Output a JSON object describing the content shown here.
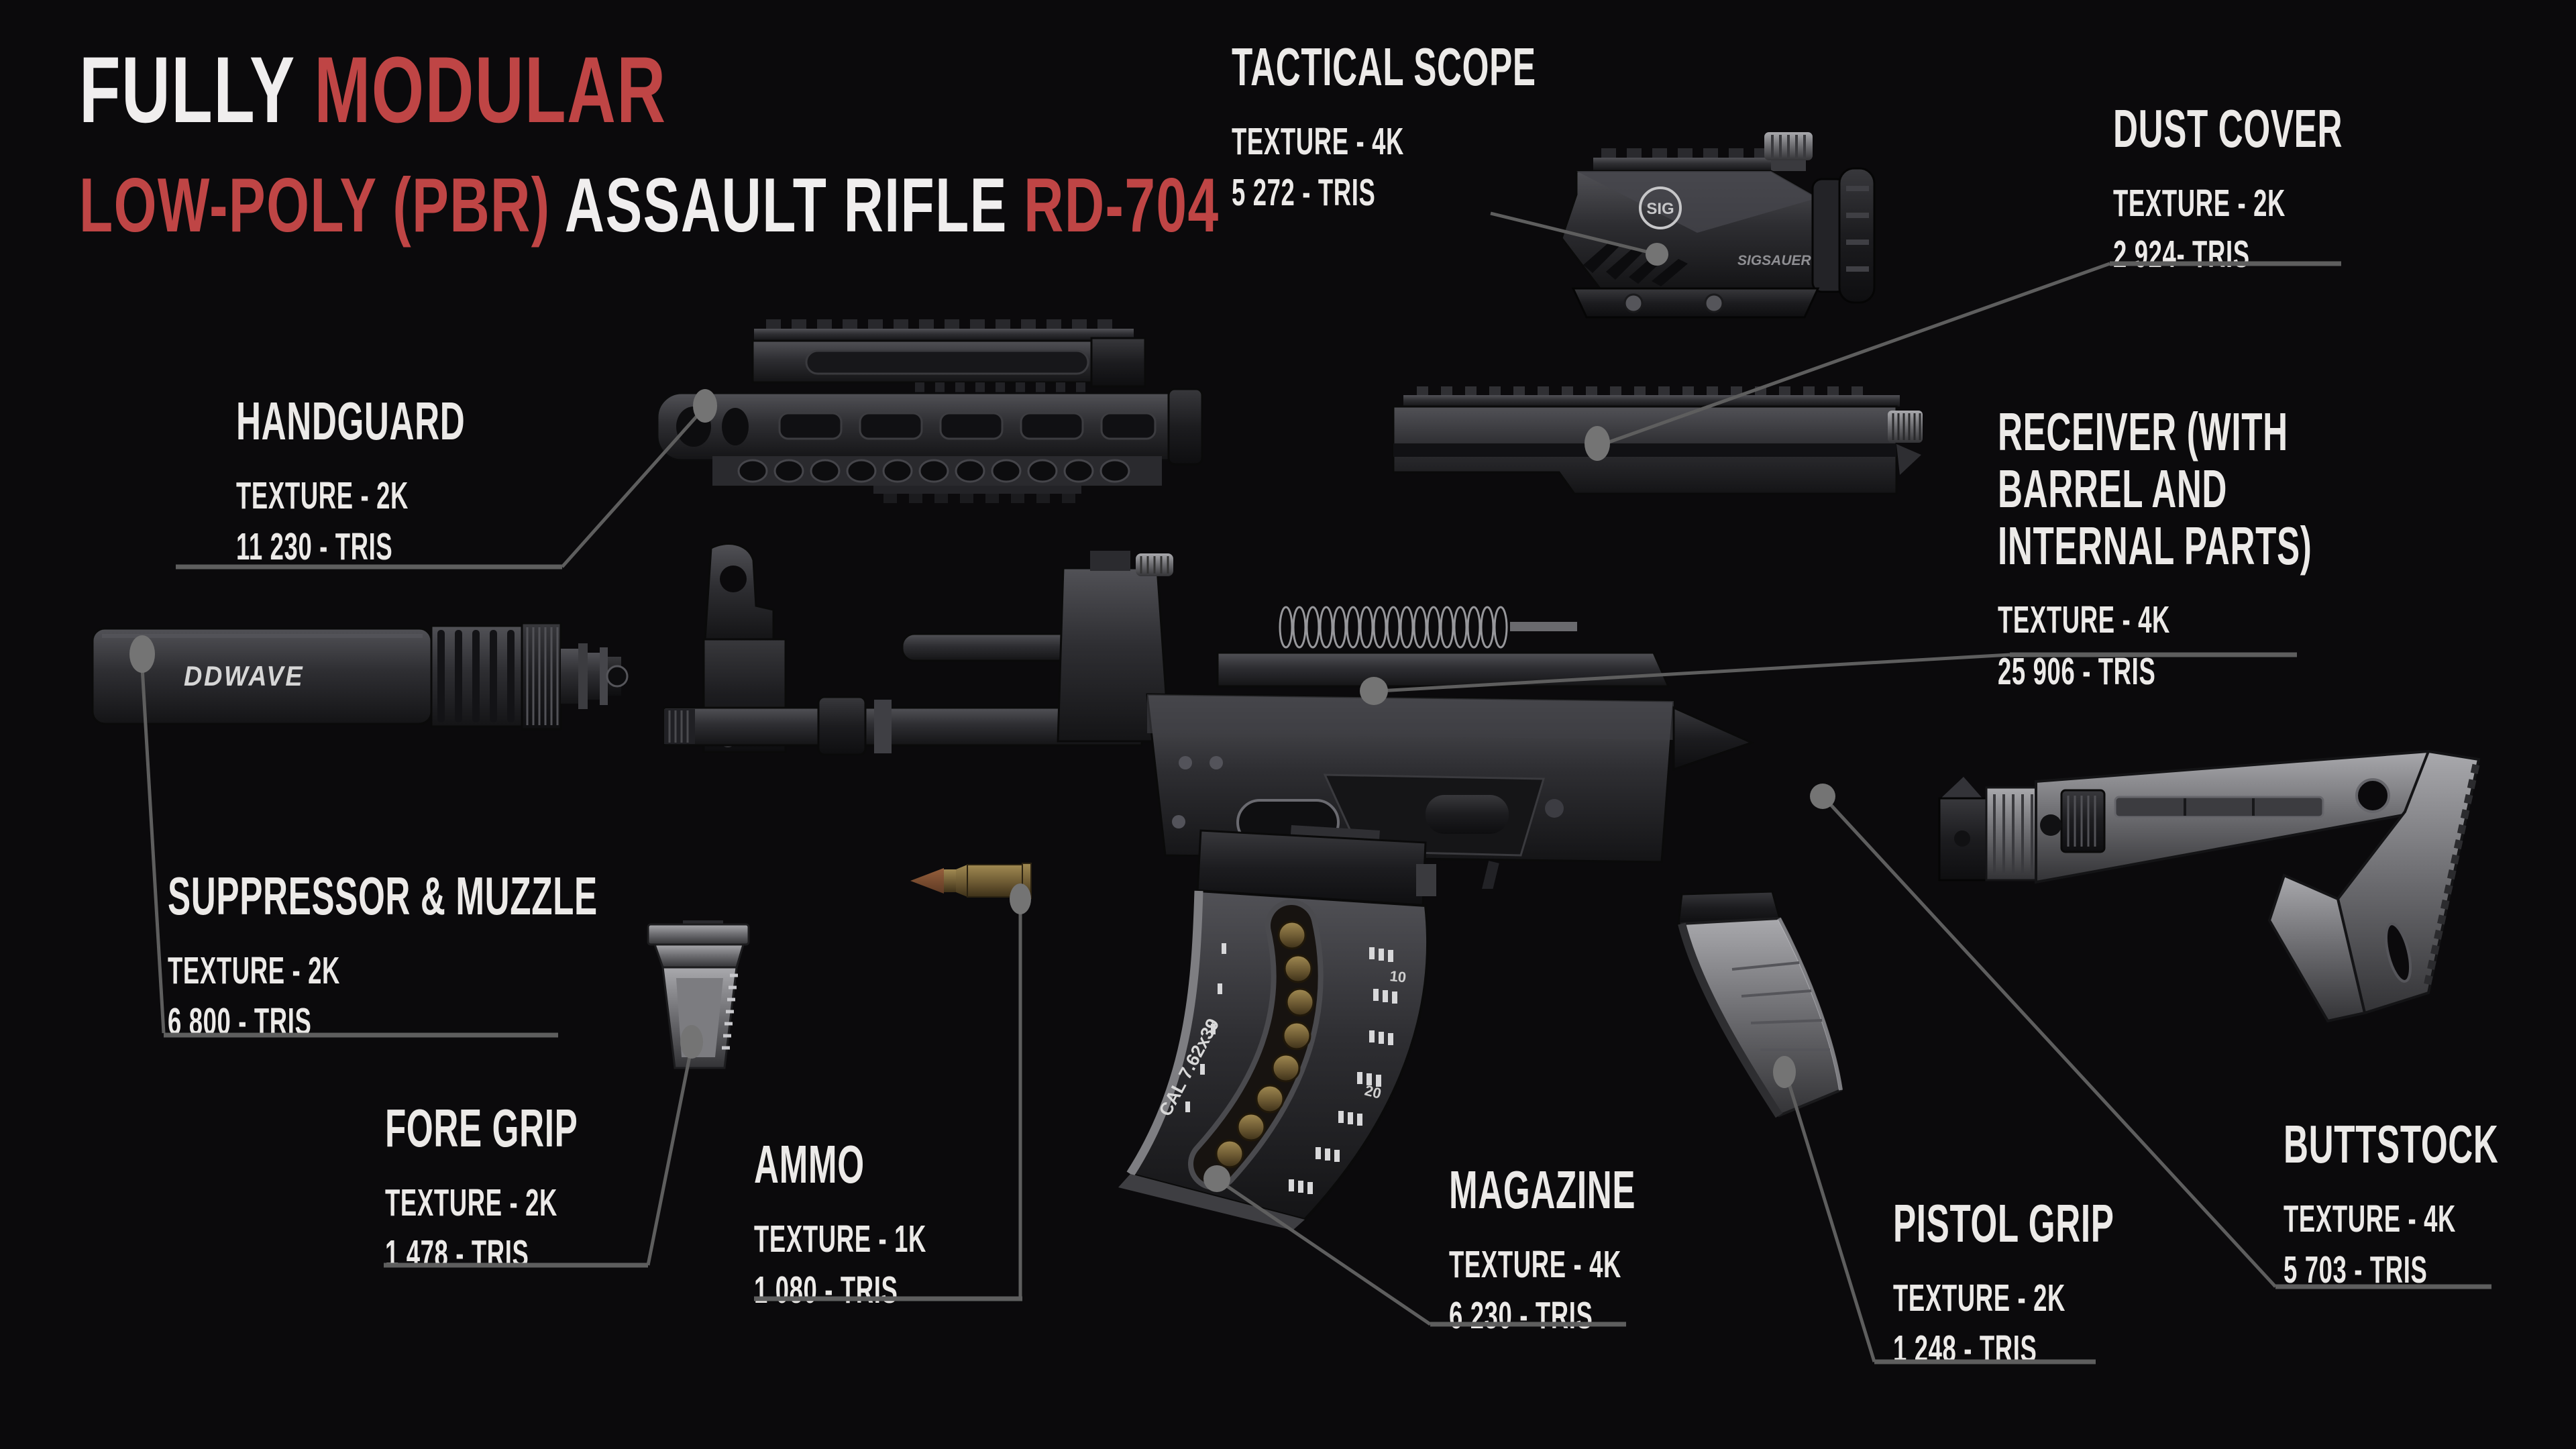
{
  "title": {
    "line1": [
      {
        "text": "FULLY ",
        "accent": false
      },
      {
        "text": "MODULAR",
        "accent": true
      }
    ],
    "line2": [
      {
        "text": "LOW-POLY (PBR) ",
        "accent": true
      },
      {
        "text": "ASSAULT RIFLE ",
        "accent": false
      },
      {
        "text": "RD-704",
        "accent": true
      }
    ]
  },
  "parts": [
    {
      "id": "tactical-scope",
      "name": "TACTICAL SCOPE",
      "texture": "TEXTURE - 4K",
      "tris": "5 272 - TRIS"
    },
    {
      "id": "dust-cover",
      "name": "DUST COVER",
      "texture": "TEXTURE - 2K",
      "tris": "2 924- TRIS"
    },
    {
      "id": "handguard",
      "name": "HANDGUARD",
      "texture": "TEXTURE - 2K",
      "tris": "11 230 - TRIS"
    },
    {
      "id": "receiver",
      "name": "RECEIVER (WITH BARREL AND\nINTERNAL PARTS)",
      "texture": "TEXTURE - 4K",
      "tris": "25 906 - TRIS"
    },
    {
      "id": "suppressor-muzzle",
      "name": "SUPPRESSOR & MUZZLE",
      "texture": "TEXTURE - 2K",
      "tris": "6 800 - TRIS"
    },
    {
      "id": "fore-grip",
      "name": "FORE GRIP",
      "texture": "TEXTURE - 2K",
      "tris": "1 478 - TRIS"
    },
    {
      "id": "ammo",
      "name": "AMMO",
      "texture": "TEXTURE - 1K",
      "tris": "1 080 - TRIS"
    },
    {
      "id": "magazine",
      "name": "MAGAZINE",
      "texture": "TEXTURE - 4K",
      "tris": "6 230 - TRIS"
    },
    {
      "id": "pistol-grip",
      "name": "PISTOL GRIP",
      "texture": "TEXTURE - 2K",
      "tris": "1 248 - TRIS"
    },
    {
      "id": "buttstock",
      "name": "BUTTSTOCK",
      "texture": "TEXTURE - 4K",
      "tris": "5 703 - TRIS"
    }
  ],
  "markings": {
    "suppressor_brand": "DDWAVE",
    "scope_logo": "SIG",
    "scope_brand": "SIGSAUER",
    "magazine_caliber": "CAL 7.62x39",
    "magazine_round_count_1": "10",
    "magazine_round_count_2": "20"
  },
  "colors": {
    "background": "#0b0a0c",
    "accent_red": "#bf4545",
    "text_white": "#f0eeee",
    "leader_line": "#5e5e5e",
    "leader_dot": "#747474"
  }
}
